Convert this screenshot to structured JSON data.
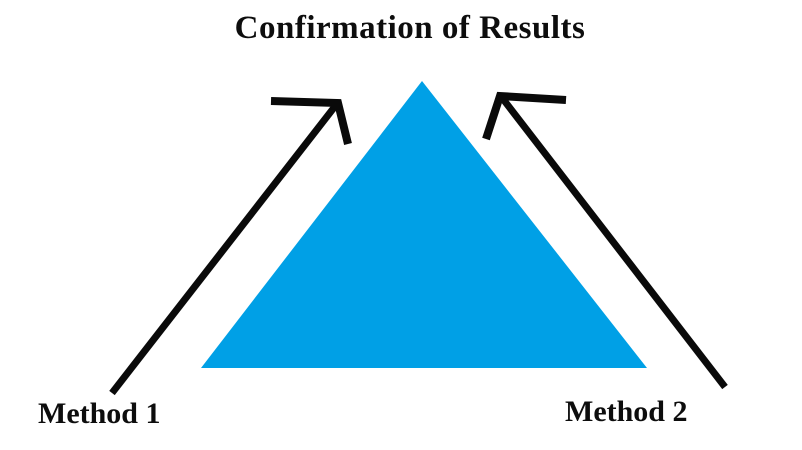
{
  "diagram": {
    "title": "Confirmation of Results",
    "labels": {
      "method1": "Method 1",
      "method2": "Method 2"
    },
    "colors": {
      "triangle_fill": "#00A0E6",
      "arrow_stroke": "#0a0a0a",
      "text": "#0d0d0d",
      "background": "#ffffff"
    },
    "shapes": {
      "triangle": "pyramid-triangle",
      "left_arrow": "arrow-up-right-to-apex",
      "right_arrow": "arrow-up-left-to-apex"
    }
  }
}
